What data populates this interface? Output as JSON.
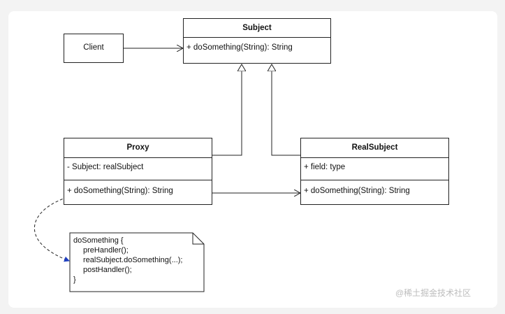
{
  "client": {
    "label": "Client"
  },
  "subject": {
    "title": "Subject",
    "method": "+ doSomething(String): String"
  },
  "proxy": {
    "title": "Proxy",
    "field": "- Subject: realSubject",
    "method": "+ doSomething(String): String"
  },
  "real_subject": {
    "title": "RealSubject",
    "field": "+ field: type",
    "method": "+ doSomething(String): String"
  },
  "note": {
    "lines": [
      "doSomething {",
      "  preHandler();",
      "  realSubject.doSomething(...);",
      "  postHandler();",
      "}"
    ]
  },
  "watermark": "@稀土掘金技术社区",
  "colors": {
    "line": "#222222",
    "note_arrow": "#1f3fbf"
  }
}
